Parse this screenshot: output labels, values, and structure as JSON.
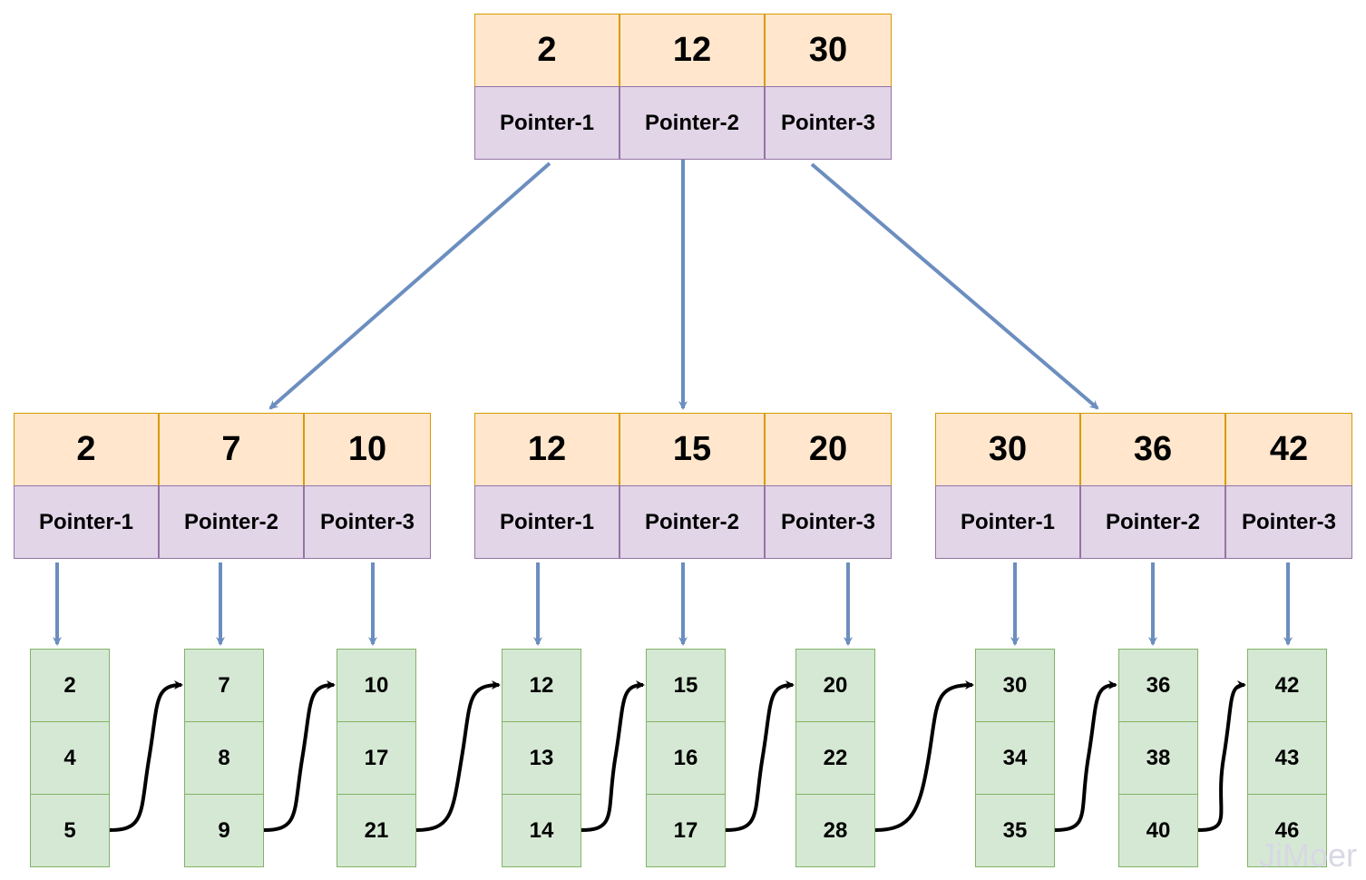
{
  "root": {
    "keys": [
      "2",
      "12",
      "30"
    ],
    "pointers": [
      "Pointer-1",
      "Pointer-2",
      "Pointer-3"
    ]
  },
  "internal": [
    {
      "keys": [
        "2",
        "7",
        "10"
      ],
      "pointers": [
        "Pointer-1",
        "Pointer-2",
        "Pointer-3"
      ]
    },
    {
      "keys": [
        "12",
        "15",
        "20"
      ],
      "pointers": [
        "Pointer-1",
        "Pointer-2",
        "Pointer-3"
      ]
    },
    {
      "keys": [
        "30",
        "36",
        "42"
      ],
      "pointers": [
        "Pointer-1",
        "Pointer-2",
        "Pointer-3"
      ]
    }
  ],
  "leaves": [
    [
      "2",
      "4",
      "5"
    ],
    [
      "7",
      "8",
      "9"
    ],
    [
      "10",
      "17",
      "21"
    ],
    [
      "12",
      "13",
      "14"
    ],
    [
      "15",
      "16",
      "17"
    ],
    [
      "20",
      "22",
      "28"
    ],
    [
      "30",
      "34",
      "35"
    ],
    [
      "36",
      "38",
      "40"
    ],
    [
      "42",
      "43",
      "46"
    ]
  ],
  "watermark": "JiMoer",
  "colors": {
    "key_fill": "#ffe6cc",
    "key_stroke": "#d79b00",
    "pointer_fill": "#e1d5e7",
    "pointer_stroke": "#9673a6",
    "leaf_fill": "#d5e8d4",
    "leaf_stroke": "#82b366",
    "tree_arrow": "#6c8ebf",
    "leaf_link": "#000000"
  }
}
